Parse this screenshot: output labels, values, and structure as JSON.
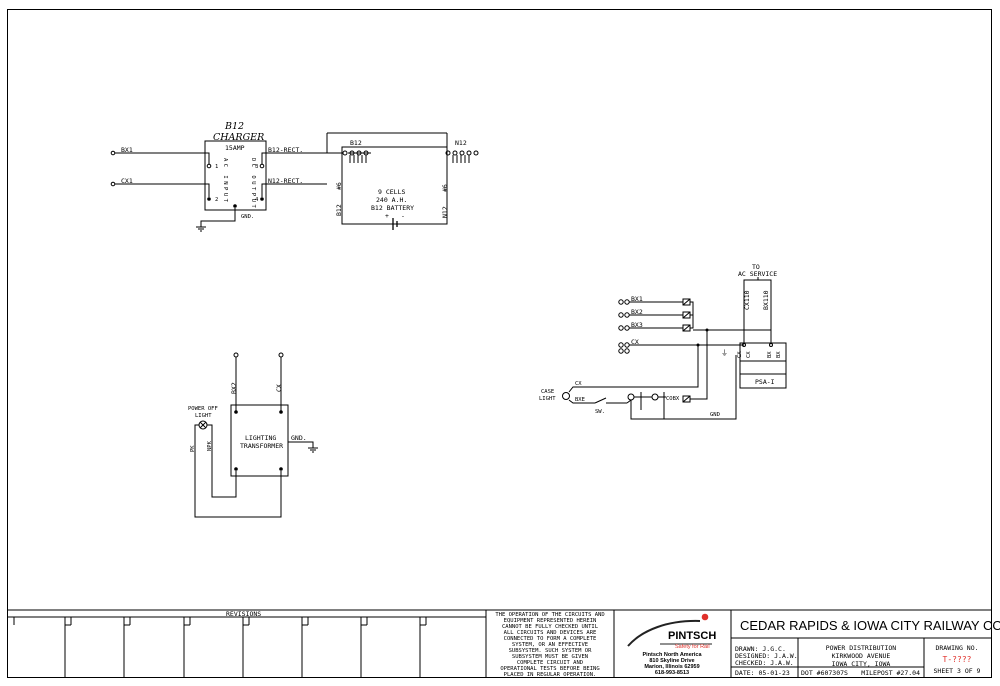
{
  "charger": {
    "title_line1": "B12",
    "title_line2": "CHARGER",
    "rating": "15AMP",
    "ac_input": "AC INPUT",
    "dc_output": "DC OUTPUT",
    "pin1": "1",
    "pin2": "2",
    "pin3": "3",
    "pin4": "4",
    "gnd": "GND.",
    "in_bx1": "BX1",
    "in_cx1": "CX1",
    "out_b12": "B12-RECT.",
    "out_n12": "N12-RECT."
  },
  "battery": {
    "b12_label": "B12",
    "n12_label": "N12",
    "cells": "9 CELLS",
    "capacity": "240 A.H.",
    "name": "B12 BATTERY",
    "plus": "+",
    "minus": "-",
    "left_side": "B12",
    "right_side": "N12",
    "fuse_left": "#6",
    "fuse_right": "#6"
  },
  "lighting": {
    "bx2": "BX2",
    "cx": "CX",
    "power_off_line1": "POWER OFF",
    "power_off_line2": "LIGHT",
    "pk": "PK",
    "npk": "NPK",
    "xfmr_line1": "LIGHTING",
    "xfmr_line2": "TRANSFORMER",
    "gnd": "GND."
  },
  "ac_service": {
    "to_line1": "TO",
    "to_line2": "AC SERVICE",
    "cx110": "CX110",
    "bx110": "BX110",
    "bx1": "BX1",
    "bx2": "BX2",
    "bx3": "BX3",
    "cx_term": "CX",
    "cx": "CX",
    "bx": "BX",
    "psa": "PSA-I",
    "psa_cx": "CX",
    "psa_bx": "BX",
    "case_line1": "CASE",
    "case_line2": "LIGHT",
    "bxe": "BXE",
    "sw": "SW.",
    "cobx": "COBX",
    "gnd": "GND"
  },
  "title_block": {
    "revisions": "REVISIONS",
    "disclaimer": [
      "THE OPERATION OF THE CIRCUITS AND",
      "EQUIPMENT REPRESENTED HEREIN",
      "CANNOT BE FULLY CHECKED UNTIL",
      "ALL CIRCUITS AND DEVICES ARE",
      "CONNECTED TO FORM A COMPLETE",
      "SYSTEM, OR AN EFFECTIVE",
      "SUBSYSTEM.  SUCH SYSTEM OR",
      "SUBSYSTEM MUST BE GIVEN",
      "COMPLETE CIRCUIT AND",
      "OPERATIONAL TESTS BEFORE BEING",
      "PLACED IN REGULAR OPERATION."
    ],
    "logo_name": "PINTSCH",
    "logo_tagline": "Safety for Rail",
    "company": "Pintsch North America",
    "address1": "810 Skyline Drive",
    "address2": "Marion, Illinois 62959",
    "phone": "618-993-8513",
    "railway": "CEDAR RAPIDS & IOWA CITY RAILWAY CO.",
    "drawn": "DRAWN:   J.G.C.",
    "designed": "DESIGNED: J.A.W.",
    "checked": "CHECKED: J.A.W.",
    "date": "DATE: 05-01-23",
    "desc1": "POWER DISTRIBUTION",
    "desc2": "KIRKWOOD AVENUE",
    "desc3": "IOWA CITY, IOWA",
    "dot": "DOT #607307S",
    "milepost": "MILEPOST #27.04",
    "drawing_no_label": "DRAWING NO.",
    "drawing_no": "T-????",
    "sheet": "SHEET 3 OF 9",
    "accent": "#e0302a"
  }
}
